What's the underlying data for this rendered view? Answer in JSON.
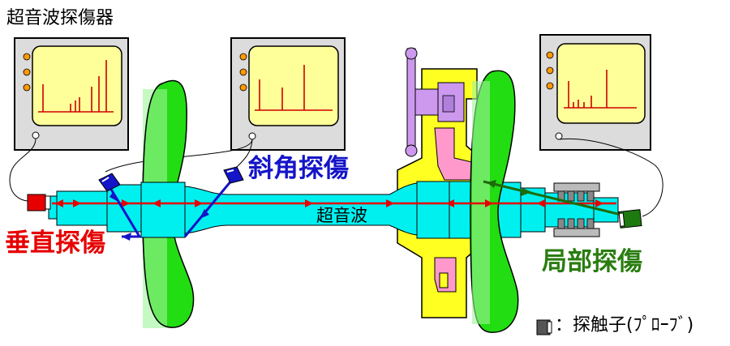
{
  "labels": {
    "title": "超音波探傷器",
    "vertical": "垂直探傷",
    "angle": "斜角探傷",
    "local": "局部探傷",
    "wave": "超音波",
    "legend": "：探触子(ﾌﾟﾛｰﾌﾞ)"
  },
  "colors": {
    "vertical": "#e60000",
    "angle": "#1414c8",
    "local": "#2a7d10",
    "wheel": "#22dd11",
    "axle": "#00f0f0",
    "gear": "#ffff22",
    "box": "#ff99cc",
    "motor": "#cc99ee",
    "screen": "#ffff99",
    "monitor": "#dcdcdc"
  }
}
